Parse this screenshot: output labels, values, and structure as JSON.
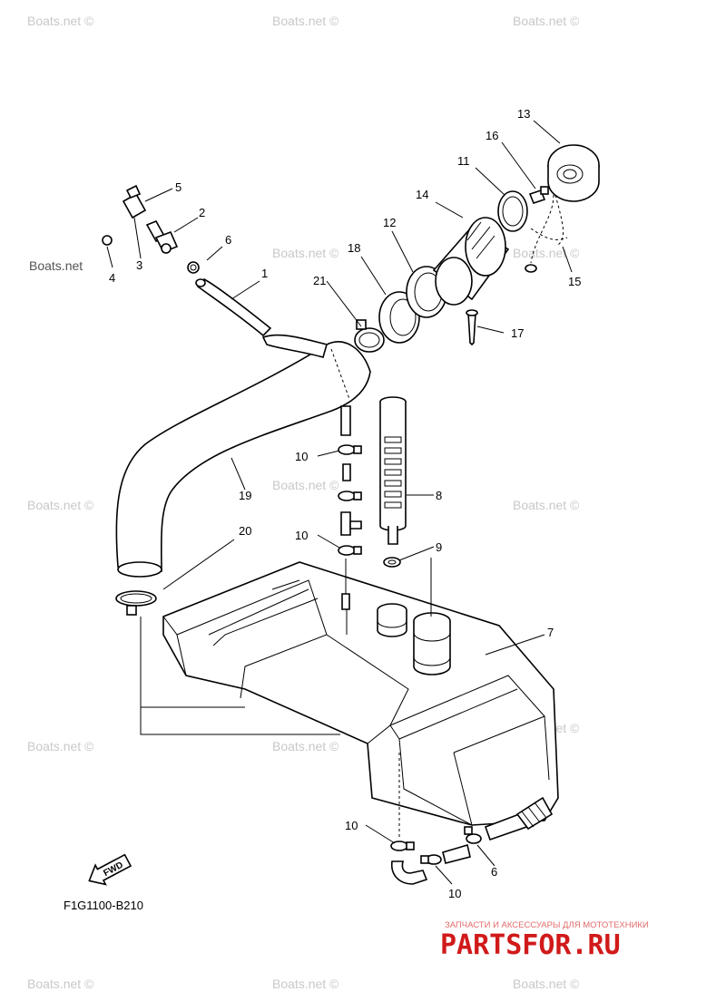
{
  "diagram": {
    "code": "F1G1100-B210",
    "fwd_label": "FWD"
  },
  "callouts": {
    "c1": "1",
    "c2": "2",
    "c3": "3",
    "c4": "4",
    "c5": "5",
    "c6a": "6",
    "c6b": "6",
    "c7": "7",
    "c8": "8",
    "c9": "9",
    "c10a": "10",
    "c10b": "10",
    "c10c": "10",
    "c10d": "10",
    "c11": "11",
    "c12": "12",
    "c13": "13",
    "c14": "14",
    "c15": "15",
    "c16": "16",
    "c17": "17",
    "c18": "18",
    "c19": "19",
    "c20": "20",
    "c21": "21"
  },
  "watermark": {
    "text": "Boats.net ©",
    "label_left": "Boats.net"
  },
  "logo": {
    "tagline": "ЗАПЧАСТИ И АКСЕССУАРЫ ДЛЯ МОТОТЕХНИКИ",
    "name": "PARTSFOR.RU"
  }
}
